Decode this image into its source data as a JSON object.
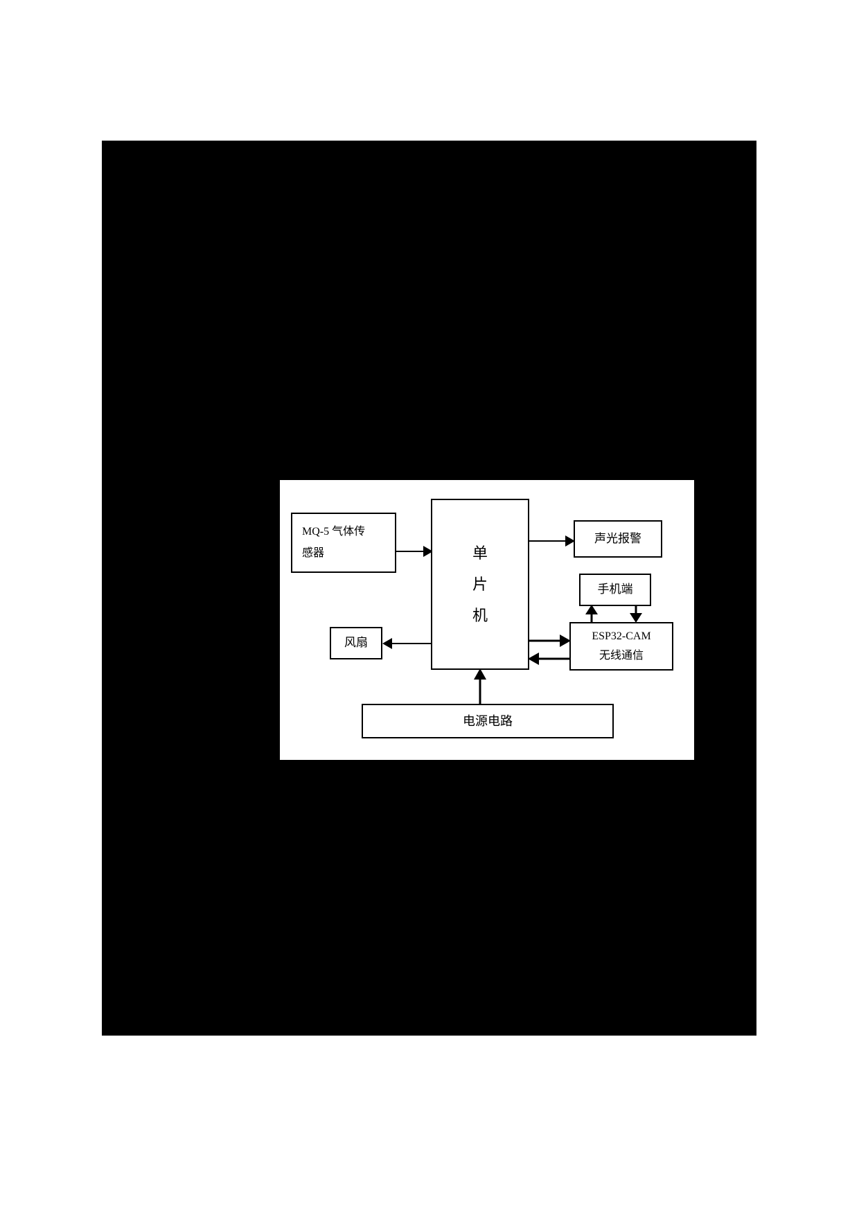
{
  "diagram": {
    "type": "block-diagram",
    "title": "",
    "page_background": "#000000",
    "canvas_background": "#ffffff",
    "line_color": "#000000",
    "blocks": [
      {
        "id": "sensor",
        "label": "MQ-5 气体传\n感器"
      },
      {
        "id": "mcu",
        "label": "单\n片\n机"
      },
      {
        "id": "alarm",
        "label": "声光报警"
      },
      {
        "id": "phone",
        "label": "手机端"
      },
      {
        "id": "esp",
        "label": "ESP32-CAM\n无线通信"
      },
      {
        "id": "fan",
        "label": "风扇"
      },
      {
        "id": "power",
        "label": "电源电路"
      }
    ],
    "connections": [
      {
        "from": "sensor",
        "to": "mcu",
        "direction": "one-way"
      },
      {
        "from": "mcu",
        "to": "alarm",
        "direction": "one-way"
      },
      {
        "from": "mcu",
        "to": "fan",
        "direction": "one-way"
      },
      {
        "from": "mcu",
        "to": "esp",
        "direction": "two-way"
      },
      {
        "from": "esp",
        "to": "phone",
        "direction": "two-way"
      },
      {
        "from": "power",
        "to": "mcu",
        "direction": "one-way"
      }
    ]
  }
}
